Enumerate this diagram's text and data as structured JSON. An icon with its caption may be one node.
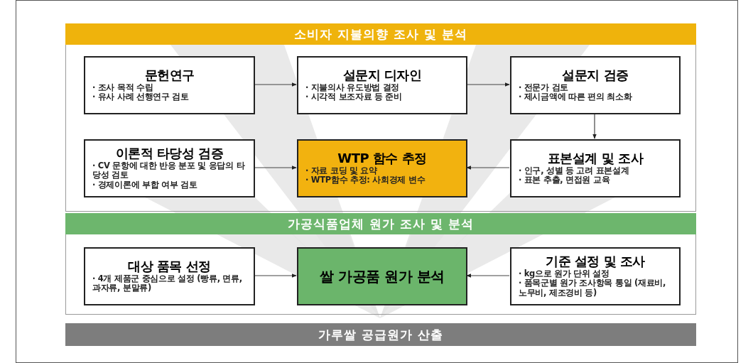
{
  "diagram": {
    "nodes": [
      {
        "text": [
          "소비자 지불의향 조사 및 분석"
        ]
      },
      {
        "text": [
          "문헌연구",
          "· 조사 목적 수립",
          "· 유사 사례 선행연구 검토"
        ],
        "in": 0
      },
      {
        "text": [
          "설문지 디자인",
          "· 지불의사 유도방법 결정",
          "· 시각적 보조자료 등 준비"
        ],
        "in": 0
      },
      {
        "text": [
          "설문지 검증",
          "· 전문가 검토",
          "· 제시금액에 따른 편의 최소화"
        ],
        "in": 0
      },
      {
        "text": [
          "이론적 타당성 검증",
          "· CV 문항에 대한 반응 분포 및 응답의 타당성 검토",
          "· 경제이론에 부합 여부 검토"
        ],
        "in": 0
      },
      {
        "text": [
          "WTP 함수 추정",
          "· 자료 코딩 및 요약",
          "· WTP함수 추정: 사회경제 변수"
        ],
        "in": 0
      },
      {
        "text": [
          "표본설계 및 조사",
          "· 인구, 성별 등 고려 표본설계",
          "· 표본 추출, 면접원 교육"
        ],
        "in": 0
      },
      {
        "text": [
          "가공식품업체 원가 조사 및 분석"
        ]
      },
      {
        "text": [
          "대상 품목 선정",
          "· 4개 제품군 중심으로 설정 (빵류, 면류, 과자류, 분말류)"
        ],
        "in": 7
      },
      {
        "text": [
          "쌀 가공품 원가 분석"
        ],
        "in": 7
      },
      {
        "text": [
          "기준 설정 및 조사",
          "· kg으로 원가 단위 설정",
          "· 품목군별 원가 조사항목 통일 (재료비, 노무비, 제조경비 등)"
        ],
        "in": 7
      },
      {
        "text": [
          "가루쌀 공급원가 산출"
        ]
      }
    ],
    "edges": [
      {
        "from": 1,
        "to": 2,
        "arrow": "to"
      },
      {
        "from": 2,
        "to": 3,
        "arrow": "to"
      },
      {
        "from": 3,
        "to": 6,
        "arrow": "to"
      },
      {
        "from": 6,
        "to": 5,
        "arrow": "to"
      },
      {
        "from": 4,
        "to": 5,
        "arrow": "to"
      },
      {
        "from": 8,
        "to": 9,
        "arrow": "to"
      },
      {
        "from": 10,
        "to": 9,
        "arrow": "to"
      }
    ]
  }
}
